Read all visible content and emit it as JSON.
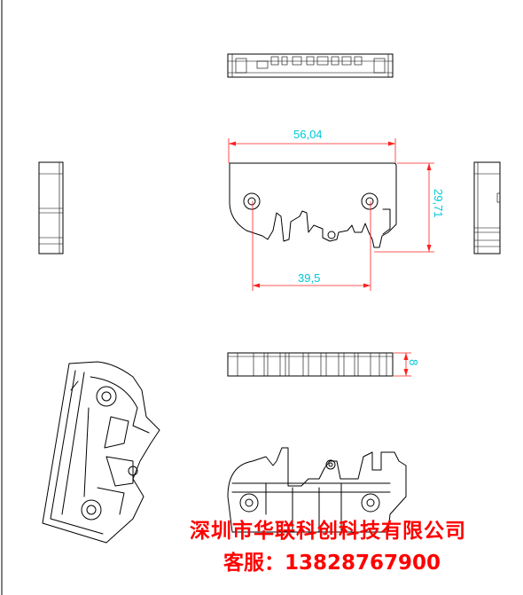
{
  "dimensions": {
    "top_width": "56,04",
    "right_height": "29,71",
    "hole_spacing": "39,5",
    "thickness": "8"
  },
  "watermark": {
    "company": "深圳市华联科创科技有限公司",
    "phone": "客服：13828767900"
  },
  "colors": {
    "dimension_lines": "#ff2020",
    "dimension_text": "#00c8d8",
    "watermark": "#ff0000",
    "outline": "#000000"
  }
}
